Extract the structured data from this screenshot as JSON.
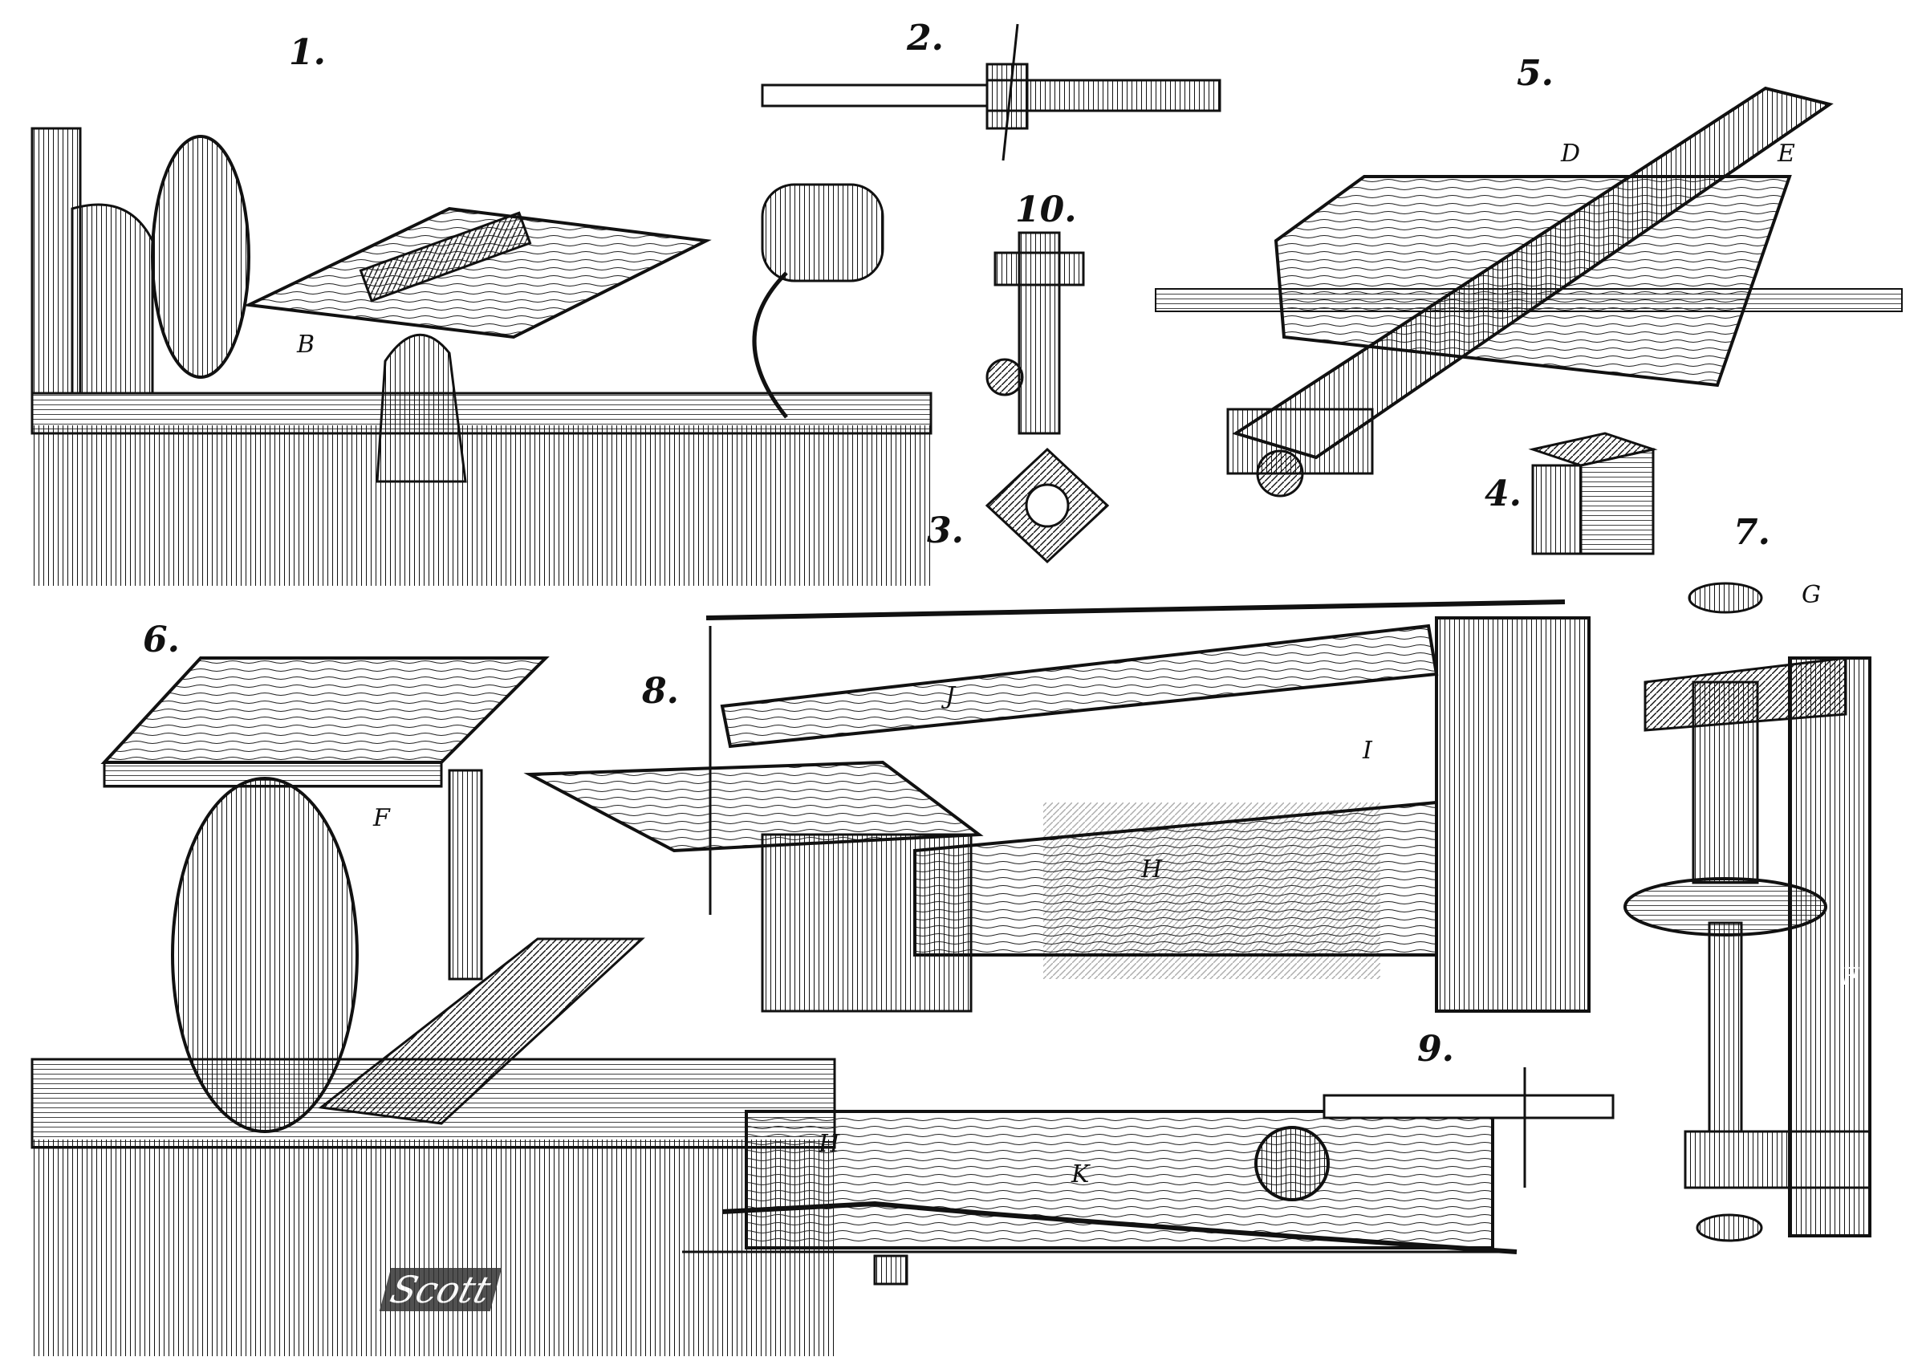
{
  "figure_numbers": {
    "f1": "1.",
    "f2": "2.",
    "f3": "3.",
    "f4": "4.",
    "f5": "5.",
    "f6": "6.",
    "f7": "7.",
    "f8": "8.",
    "f9": "9.",
    "f10": "10."
  },
  "part_letters": {
    "b": "B",
    "d": "D",
    "e": "E",
    "f_fig6": "F",
    "g": "G",
    "j": "J",
    "i": "I",
    "h_fig8": "H",
    "h_fig9": "H",
    "k": "K",
    "f_fig7": "F"
  },
  "engraver_signature": "Scott"
}
